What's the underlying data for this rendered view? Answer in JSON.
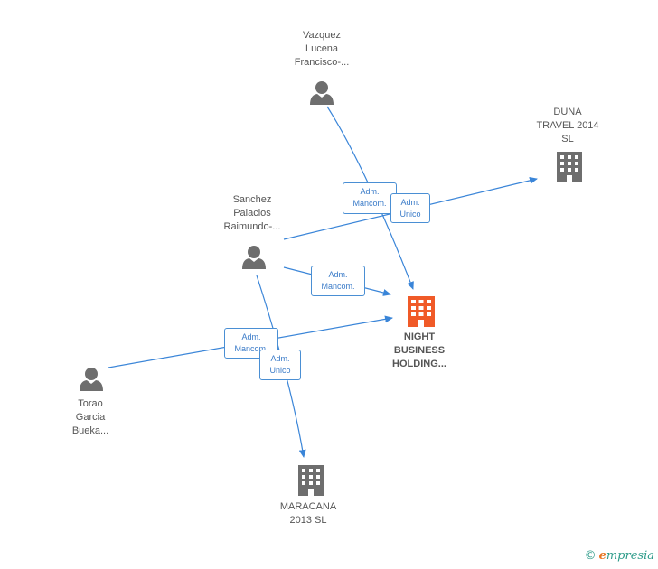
{
  "colors": {
    "edge": "#3a85d8",
    "node_grey": "#6e6e6e",
    "node_main": "#f05a28",
    "label_border": "#4a8fd4",
    "footer": "#2e9c8a"
  },
  "nodes": {
    "vazquez": {
      "label": "Vazquez\nLucena\nFrancisco-...",
      "type": "person",
      "icon": "person-icon"
    },
    "sanchez": {
      "label": "Sanchez\nPalacios\nRaimundo-...",
      "type": "person",
      "icon": "person-icon"
    },
    "torao": {
      "label": "Torao\nGarcia\nBueka...",
      "type": "person",
      "icon": "person-icon"
    },
    "duna": {
      "label": "DUNA\nTRAVEL 2014\nSL",
      "type": "company",
      "icon": "building-icon"
    },
    "night": {
      "label": "NIGHT\nBUSINESS\nHOLDING...",
      "type": "company",
      "icon": "building-icon",
      "highlight": true
    },
    "maracana": {
      "label": "MARACANA\n2013  SL",
      "type": "company",
      "icon": "building-icon"
    }
  },
  "edges": [
    {
      "from": "vazquez",
      "to": "night",
      "label": "Adm.\nMancom."
    },
    {
      "from": "sanchez",
      "to": "duna",
      "label": "Adm.\nUnico"
    },
    {
      "from": "sanchez",
      "to": "night",
      "label": "Adm.\nMancom."
    },
    {
      "from": "torao",
      "to": "night",
      "label": "Adm.\nMancom."
    },
    {
      "from": "sanchez",
      "to": "maracana",
      "label": "Adm.\nUnico"
    }
  ],
  "footer": {
    "copyright": "©",
    "brand_initial": "e",
    "brand_rest": "mpresia"
  }
}
